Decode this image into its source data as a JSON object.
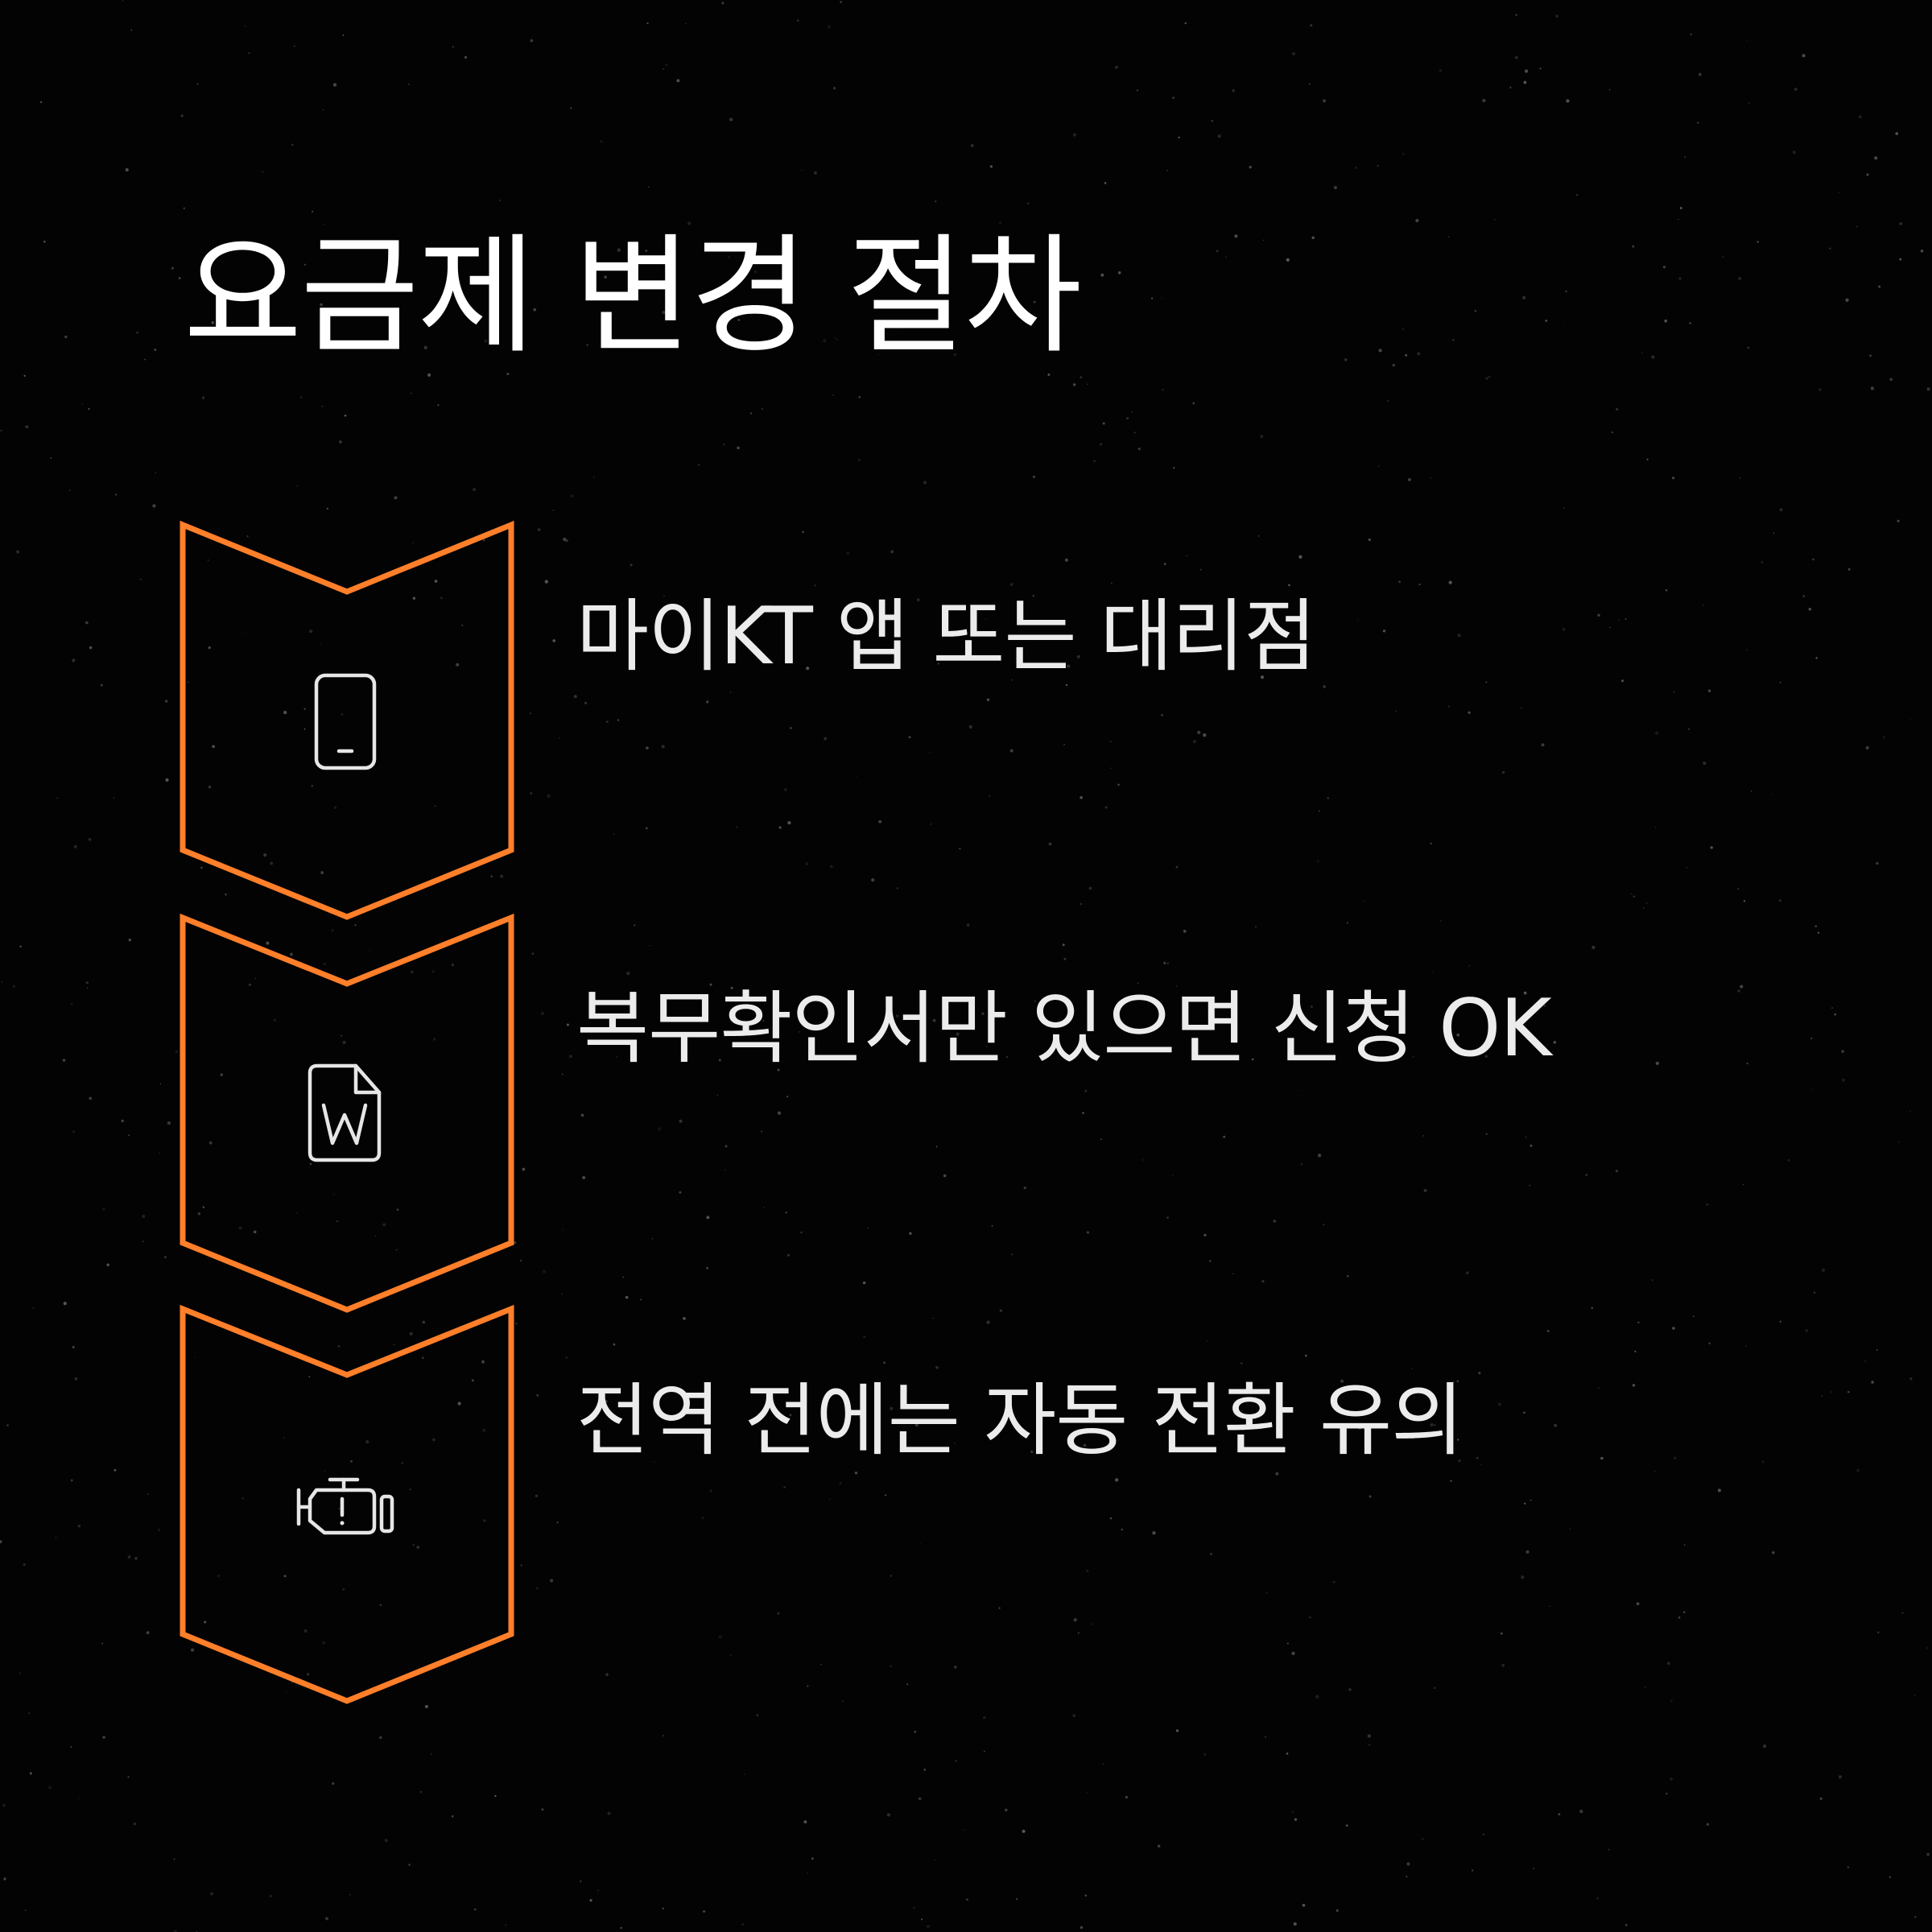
{
  "title": "요금제 변경 절차",
  "colors": {
    "background": "#030303",
    "accent": "#ff7f2a",
    "text": "#ececec",
    "icon": "#e6e6e6"
  },
  "steps": [
    {
      "text": "마이KT 앱 또는 대리점",
      "icon": "smartphone-icon"
    },
    {
      "text": "복무확인서만 있으면 신청 OK",
      "icon": "word-document-icon"
    },
    {
      "text": "전역 전에는 자동 전환 유의",
      "icon": "engine-warning-icon"
    }
  ]
}
